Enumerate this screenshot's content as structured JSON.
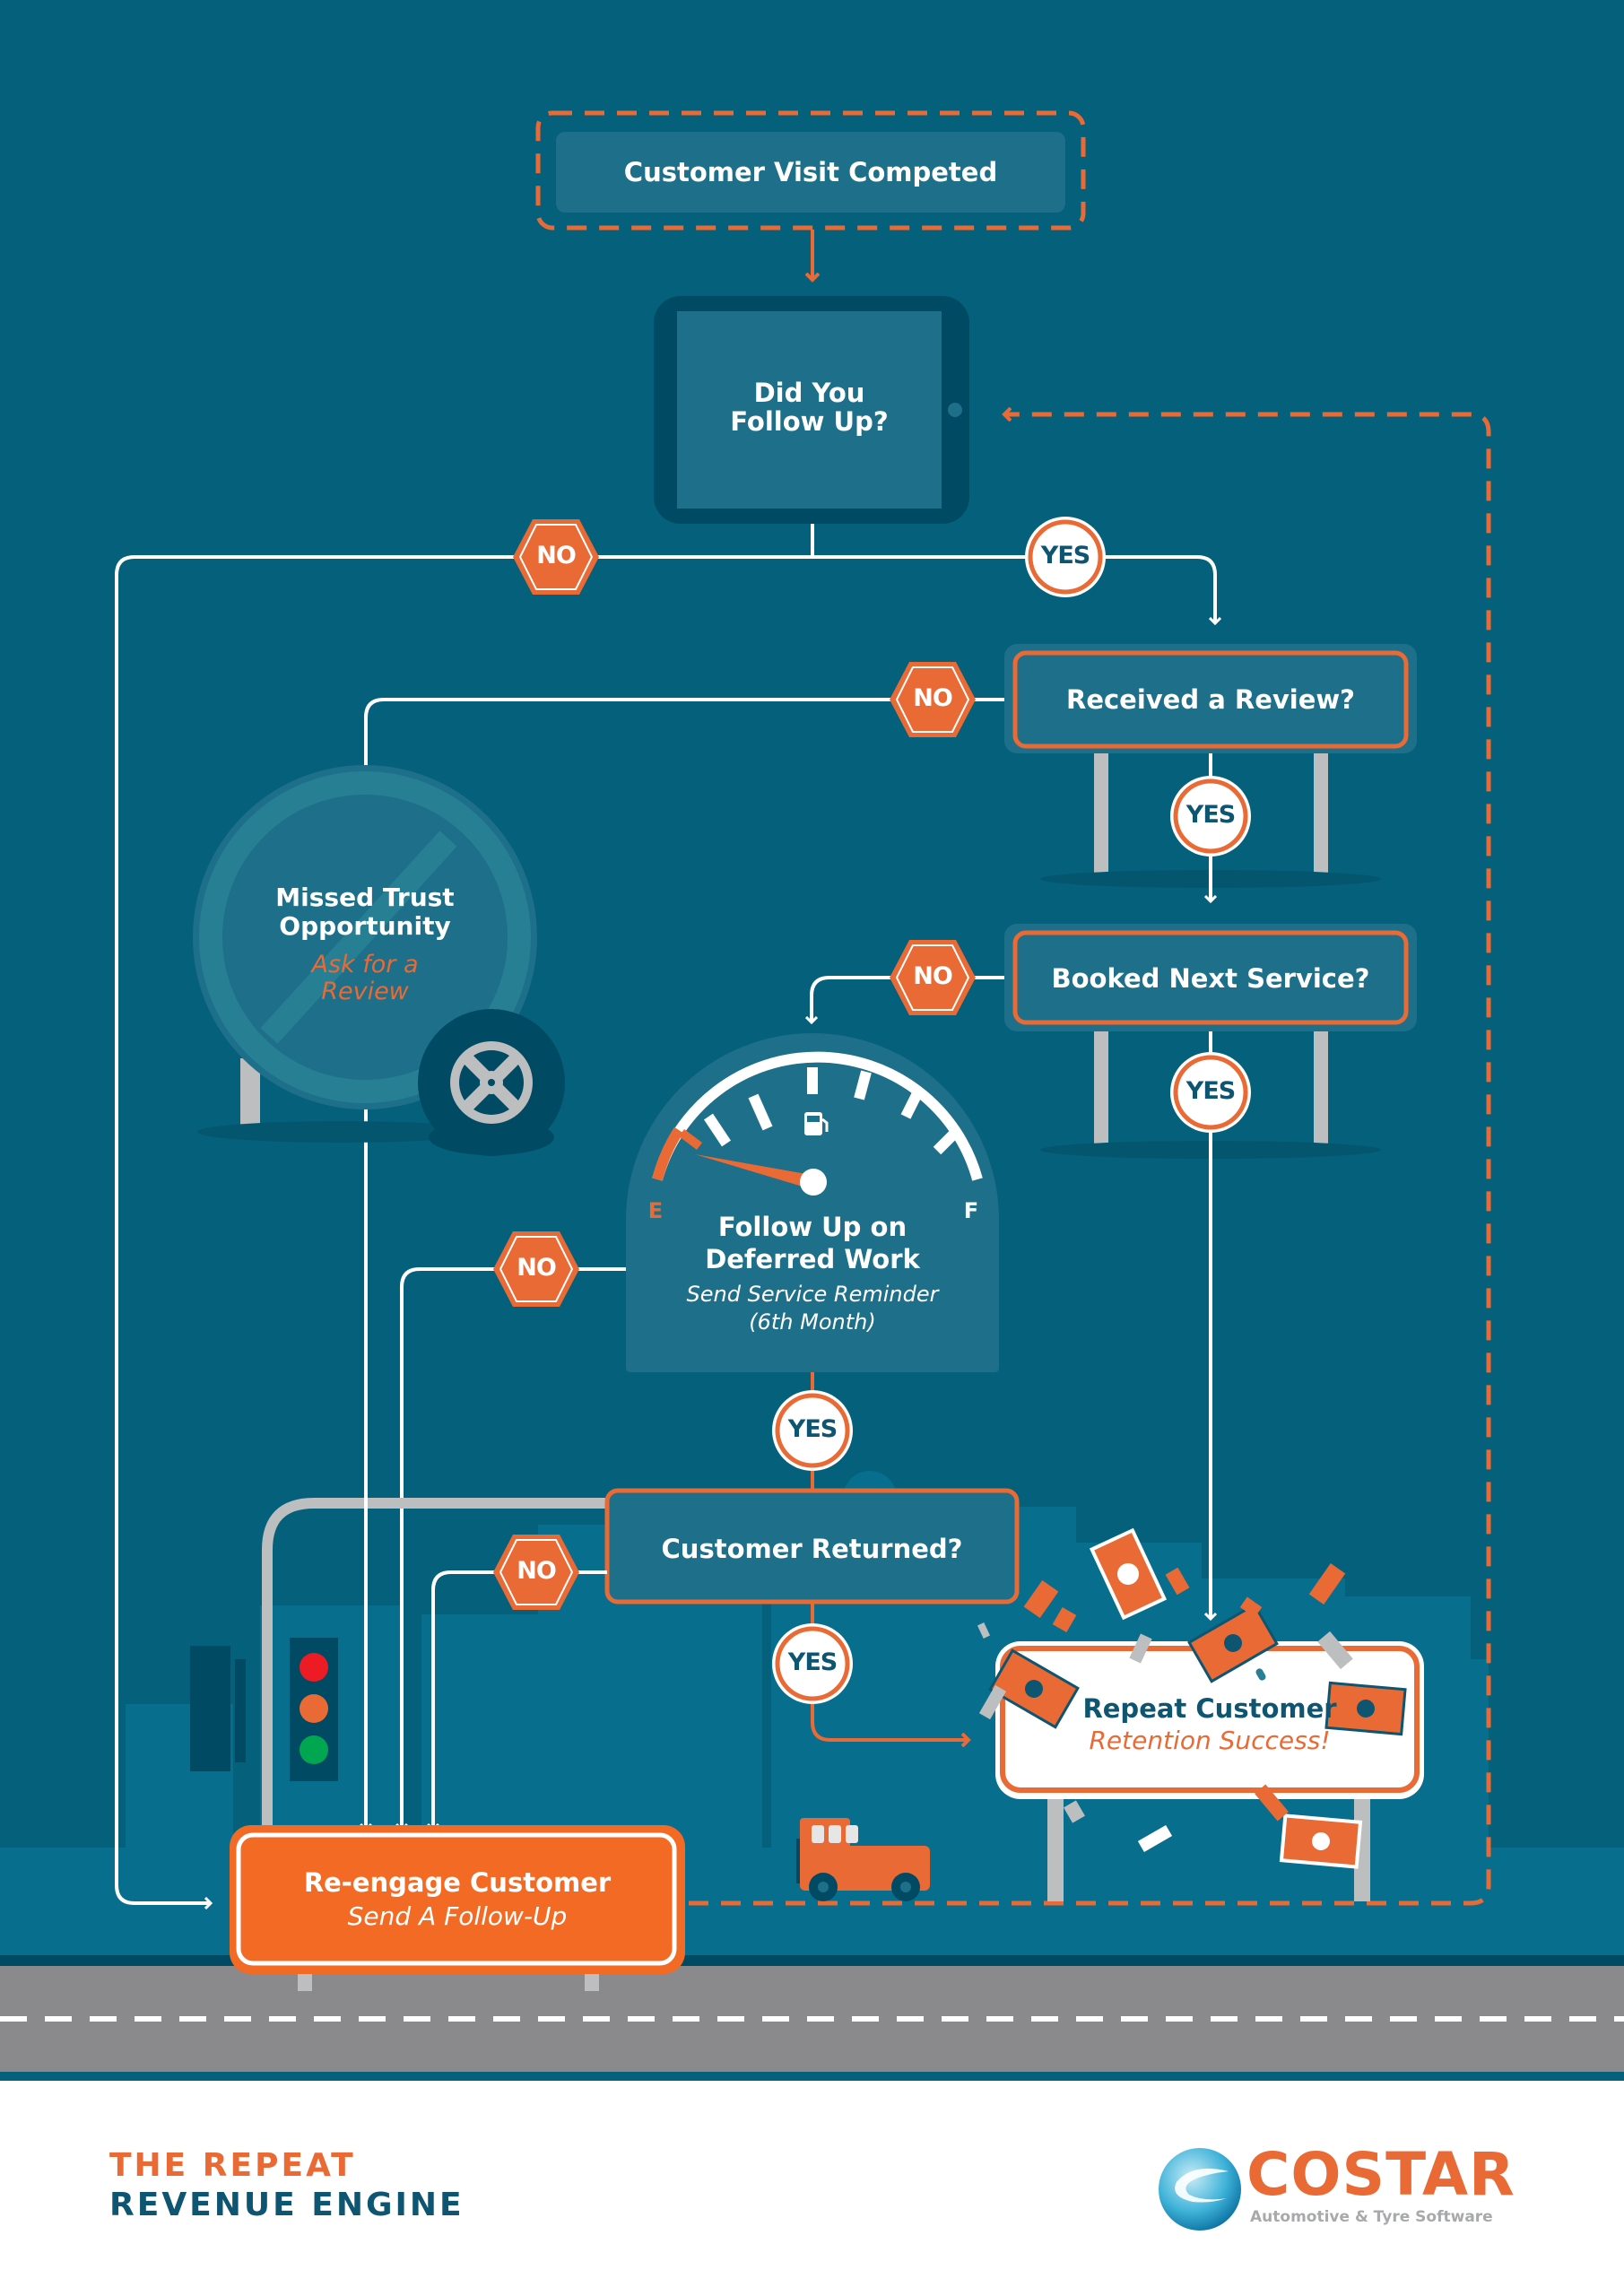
{
  "diagram": {
    "title_line1": "THE REPEAT",
    "title_line2": "REVENUE ENGINE",
    "colors": {
      "background": "#05607b",
      "box_fill": "#1e6f89",
      "accent_orange": "#e96a35",
      "navy_text": "#0d5570",
      "road": "#8a8a8c",
      "post_grey": "#bdbebf"
    },
    "nodes": {
      "start": {
        "label": "Customer Visit Competed"
      },
      "follow_up": {
        "label_line1": "Did You",
        "label_line2": "Follow Up?"
      },
      "review": {
        "label": "Received a Review?"
      },
      "booked": {
        "label": "Booked Next Service?"
      },
      "missed_trust": {
        "label_line1": "Missed Trust",
        "label_line2": "Opportunity",
        "sub_line1": "Ask for a",
        "sub_line2": "Review"
      },
      "deferred": {
        "label_line1": "Follow Up on",
        "label_line2": "Deferred Work",
        "sub_line1": "Send Service Reminder",
        "sub_line2": "(6th Month)",
        "gauge_empty": "E",
        "gauge_full": "F"
      },
      "returned": {
        "label": "Customer Returned?"
      },
      "success": {
        "label": "Repeat Customer",
        "sub": "Retention Success!"
      },
      "reengage": {
        "label": "Re-engage Customer",
        "sub": "Send A Follow-Up"
      }
    },
    "badges": {
      "no": "NO",
      "yes": "YES"
    },
    "edges": [
      {
        "from": "start",
        "to": "follow_up",
        "style": "solid-orange"
      },
      {
        "from": "follow_up",
        "to": "reengage",
        "label": "NO"
      },
      {
        "from": "follow_up",
        "to": "review",
        "label": "YES"
      },
      {
        "from": "review",
        "to": "missed_trust",
        "label": "NO"
      },
      {
        "from": "review",
        "to": "booked",
        "label": "YES"
      },
      {
        "from": "booked",
        "to": "deferred",
        "label": "NO"
      },
      {
        "from": "booked",
        "to": "success",
        "label": "YES"
      },
      {
        "from": "deferred",
        "to": "reengage",
        "label": "NO"
      },
      {
        "from": "deferred",
        "to": "returned",
        "label": "YES"
      },
      {
        "from": "returned",
        "to": "reengage",
        "label": "NO"
      },
      {
        "from": "returned",
        "to": "success",
        "label": "YES"
      },
      {
        "from": "missed_trust",
        "to": "reengage"
      },
      {
        "from": "reengage",
        "to": "follow_up",
        "style": "dashed-orange"
      }
    ]
  },
  "logo": {
    "brand": "COSTAR",
    "tagline": "Automotive & Tyre Software"
  }
}
